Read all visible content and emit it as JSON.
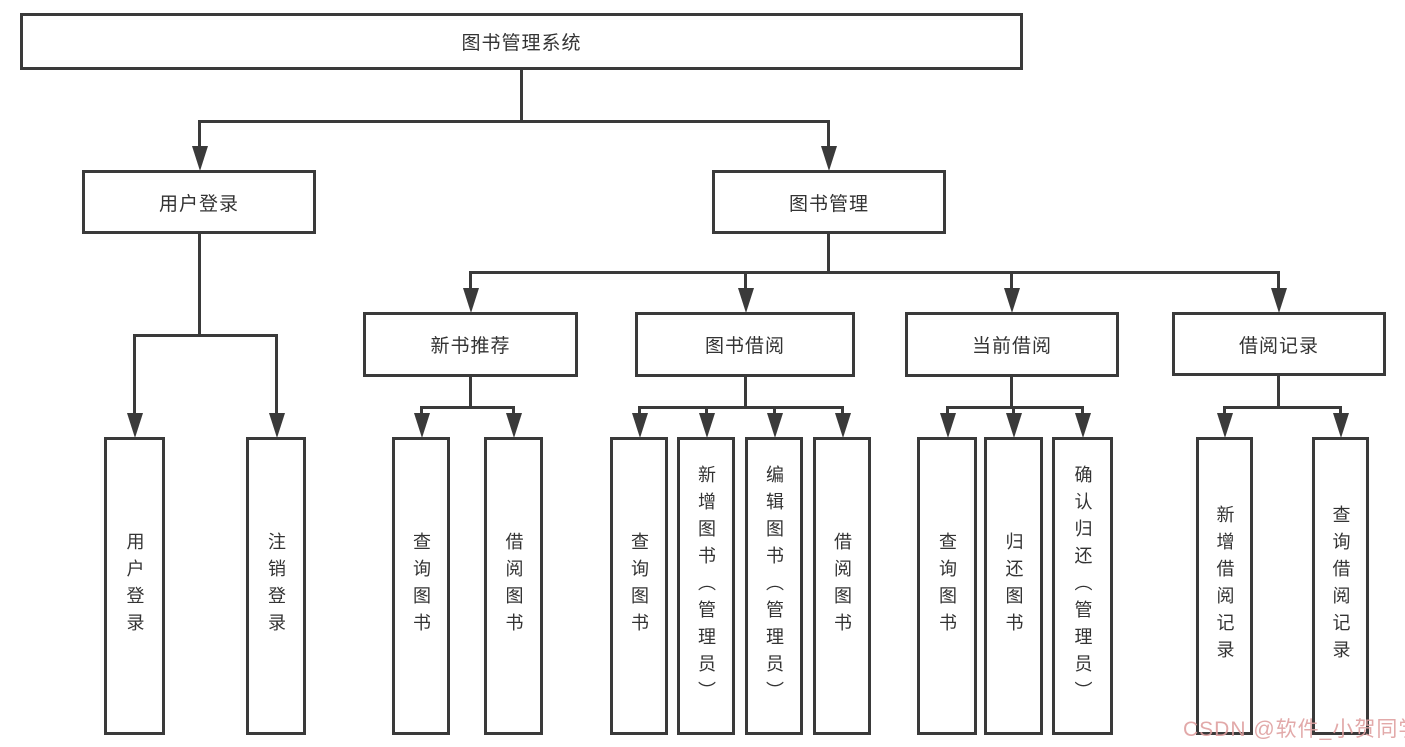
{
  "colors": {
    "line": "#3a3a3a",
    "text": "#333333",
    "background": "#ffffff",
    "watermark": "#dfa0a0"
  },
  "watermark": {
    "text": "CSDN @软件_小贺同学"
  },
  "tree": {
    "root": "图书管理系统",
    "user_login": {
      "label": "用户登录",
      "children": [
        "用户登录",
        "注销登录"
      ]
    },
    "book_mgmt": {
      "label": "图书管理"
    },
    "new_book_rec": {
      "label": "新书推荐",
      "children": [
        "查询图书",
        "借阅图书"
      ]
    },
    "book_borrow": {
      "label": "图书借阅",
      "children": [
        "查询图书",
        "新增图书（管理员）",
        "编辑图书（管理员）",
        "借阅图书"
      ]
    },
    "current_borrow": {
      "label": "当前借阅",
      "children": [
        "查询图书",
        "归还图书",
        "确认归还（管理员）"
      ]
    },
    "borrow_record": {
      "label": "借阅记录",
      "children": [
        "新增借阅记录",
        "查询借阅记录"
      ]
    }
  }
}
